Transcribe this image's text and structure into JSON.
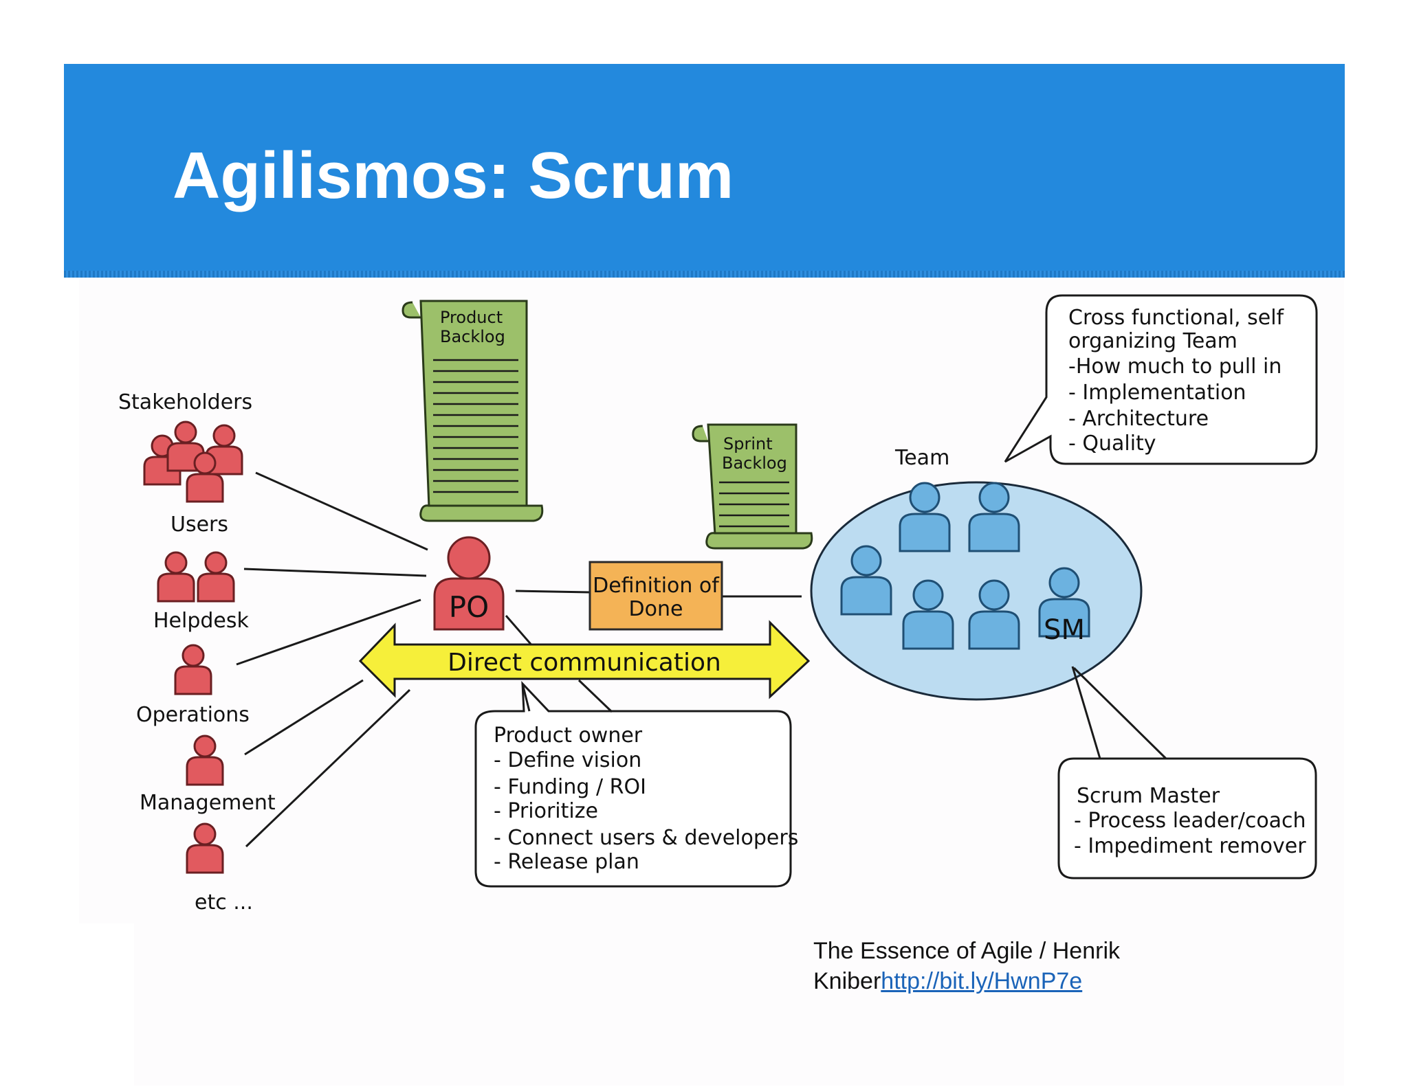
{
  "slide": {
    "title": "Agilismos: Scrum"
  },
  "diagram": {
    "stakeholders_label": "Stakeholders",
    "stakeholder_groups": [
      "Users",
      "Helpdesk",
      "Operations",
      "Management",
      "etc ..."
    ],
    "product_backlog": [
      "Product",
      "Backlog"
    ],
    "sprint_backlog": [
      "Sprint",
      "Backlog"
    ],
    "po_badge": "PO",
    "definition_of_done": [
      "Definition of",
      "Done"
    ],
    "direct_communication": "Direct communication",
    "team_label": "Team",
    "sm_badge": "SM",
    "team_note": [
      "Cross functional, self",
      "organizing Team",
      "-How much to pull in",
      "- Implementation",
      "- Architecture",
      "- Quality"
    ],
    "product_owner_note": [
      "Product owner",
      "- Define vision",
      "- Funding / ROI",
      "- Prioritize",
      "- Connect users & developers",
      "- Release plan"
    ],
    "scrum_master_note": [
      "Scrum Master",
      "- Process leader/coach",
      "- Impediment remover"
    ]
  },
  "credit": {
    "text": "The Essence of Agile / Henrik Kniber",
    "link": "http://bit.ly/HwnP7e"
  },
  "colors": {
    "header_blue": "#2389dd",
    "stakeholder_red": "#e15a5f",
    "team_blue": "#5ea9da",
    "backlog_green": "#9cc06a",
    "dod_orange": "#f4b356",
    "arrow_yellow": "#f6ef3a"
  }
}
